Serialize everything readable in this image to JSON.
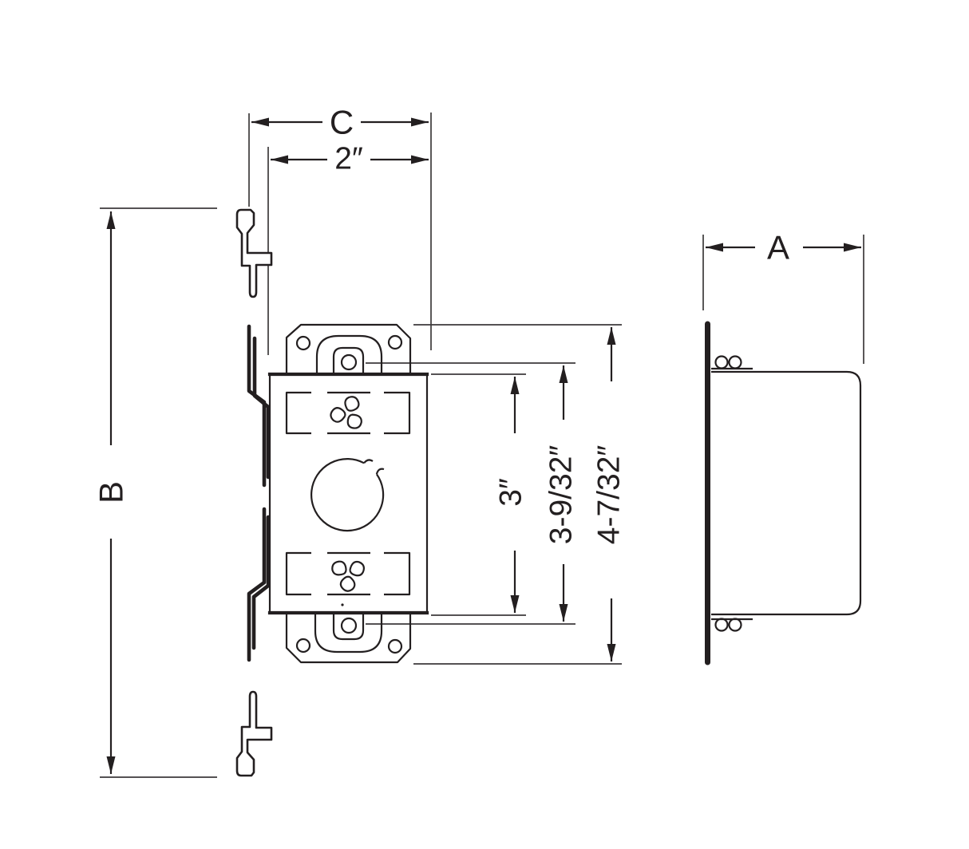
{
  "figure": {
    "ink_color": "#231f20",
    "background_color": "#ffffff"
  },
  "dimensions": {
    "c": {
      "label": "C"
    },
    "box_width": {
      "label": "2″"
    },
    "b": {
      "label": "B"
    },
    "a": {
      "label": "A"
    },
    "box_height": {
      "label": "3″"
    },
    "screw_spacing": {
      "label": "3-9/32″"
    },
    "bracket_height": {
      "label": "4-7/32″"
    }
  }
}
